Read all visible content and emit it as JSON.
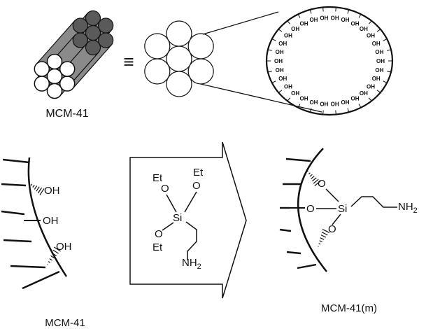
{
  "labels": {
    "mcm41_top": "MCM-41",
    "equiv": "≡",
    "mcm41_bottom": "MCM-41",
    "mcm41m": "MCM-41(m)"
  },
  "pore": {
    "group": "OH",
    "count": 30
  },
  "left_surface": {
    "groups": [
      "OH",
      "OH",
      "OH"
    ]
  },
  "reagent": {
    "et1": "Et",
    "et2": "Et",
    "et3": "Et",
    "o1": "O",
    "o2": "O",
    "o3": "O",
    "si": "Si",
    "nh": "NH",
    "nh_sub": "2"
  },
  "product": {
    "o1": "O",
    "o2": "O",
    "o3": "O",
    "si": "Si",
    "nh": "NH",
    "nh_sub": "2"
  },
  "colors": {
    "ink": "#111111",
    "rod_fill": "#8a8a8a",
    "rod_dark": "#5a5a5a"
  }
}
